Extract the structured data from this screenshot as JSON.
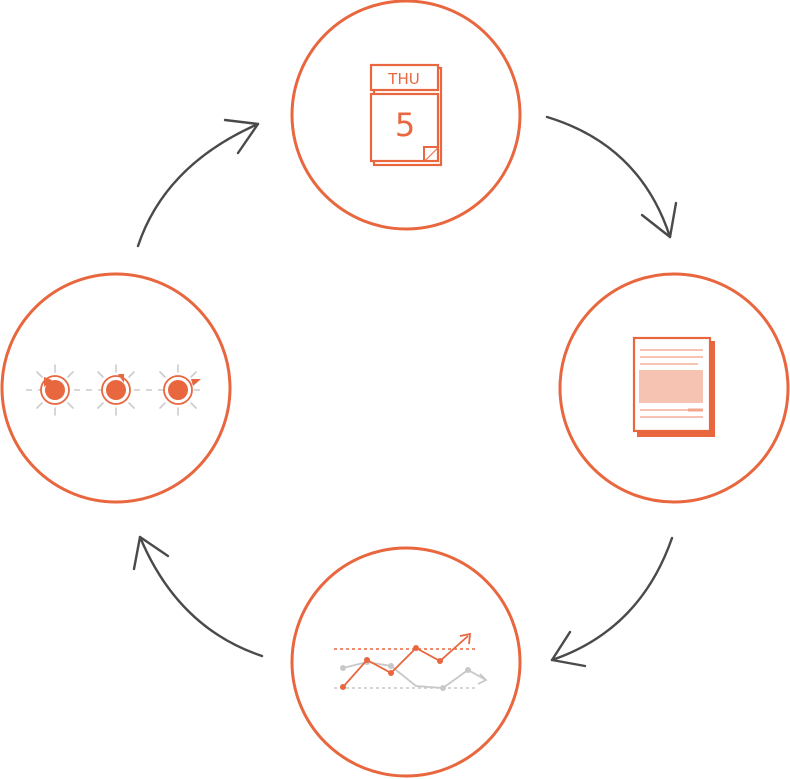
{
  "diagram": {
    "type": "cycle",
    "nodes": [
      {
        "id": "calendar",
        "icon": "calendar-icon",
        "day": "THU",
        "date": "5"
      },
      {
        "id": "report",
        "icon": "report-document-icon"
      },
      {
        "id": "trend",
        "icon": "line-trend-chart-icon"
      },
      {
        "id": "alerts",
        "icon": "alert-lights-icon"
      }
    ],
    "flow": [
      "calendar",
      "report",
      "trend",
      "alerts",
      "calendar"
    ],
    "colors": {
      "accent": "#e8673f",
      "accent_light": "#f6c3b3",
      "arrow": "#4a4a4a",
      "muted": "#c8c8c8",
      "background": "#ffffff"
    }
  }
}
